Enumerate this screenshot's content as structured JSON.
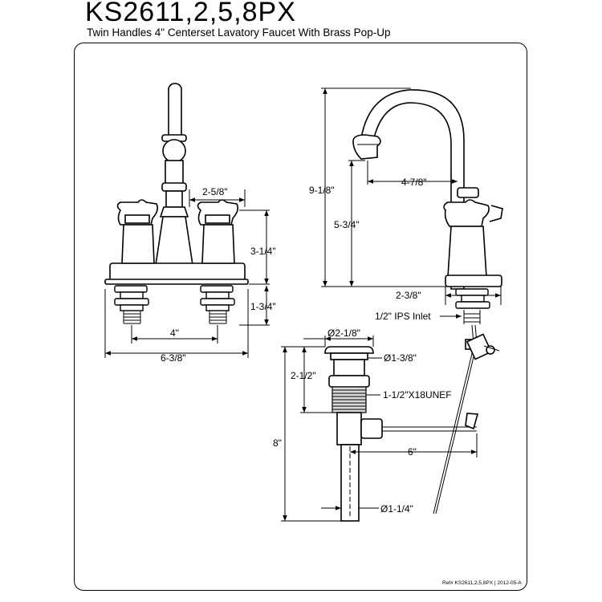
{
  "header": {
    "model": "KS2611,2,5,8PX",
    "description": "Twin Handles 4\" Centerset Lavatory Faucet With Brass Pop-Up"
  },
  "front_view": {
    "handle_spacing_label": "2-5/8\"",
    "handle_height_label": "3-1/4\"",
    "shank_length_label": "1-3/4\"",
    "centerset_label": "4\"",
    "overall_width_label": "6-3/8\""
  },
  "side_view": {
    "overall_height_label": "9-1/8\"",
    "spout_height_label": "5-3/4\"",
    "spout_reach_label": "4-7/8\"",
    "base_depth_label": "2-3/8\"",
    "inlet_label": "1/2\" IPS Inlet"
  },
  "popup_view": {
    "flange_dia_label": "Ø2-1/8\"",
    "body_dia_label": "Ø1-3/8\"",
    "flange_height_label": "2-1/2\"",
    "thread_label": "1-1/2\"X18UNEF",
    "rod_length_label": "6\"",
    "overall_length_label": "8\"",
    "tailpiece_dia_label": "Ø1-1/4\""
  },
  "footer": {
    "reference": "Ref# KS2611,2,5,8PX | 2012-05-A"
  }
}
